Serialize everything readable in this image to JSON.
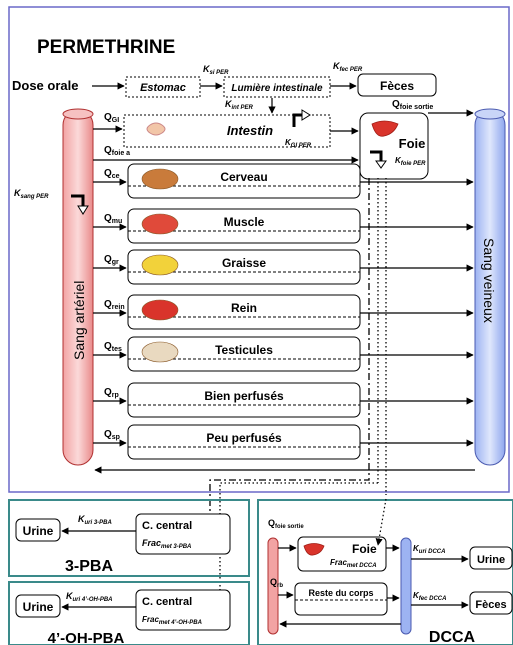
{
  "main": {
    "title": "PERMETHRINE",
    "dose": "Dose orale",
    "estomac": "Estomac",
    "lumiere": "Lumière intestinale",
    "feces": "Fèces",
    "k_si": "K",
    "k_si_sub": "si PER",
    "k_fec": "K",
    "k_fec_sub": "fec PER",
    "k_int": "K",
    "k_int_sub": "int PER",
    "k_gi": "K",
    "k_gi_sub": "GI PER",
    "k_foie": "K",
    "k_foie_sub": "foie PER",
    "k_sang": "K",
    "k_sang_sub": "sang PER",
    "q_foie_sortie": "Q",
    "q_foie_sortie_sub": "foie sortie",
    "q_foie_a": "Q",
    "q_foie_a_sub": "foie a",
    "intestin": "Intestin",
    "foie": "Foie",
    "sang_arteriel": "Sang artériel",
    "sang_veineux": "Sang veineux"
  },
  "organs": [
    {
      "q": "Q",
      "q_sub": "ce",
      "label": "Cerveau"
    },
    {
      "q": "Q",
      "q_sub": "mu",
      "label": "Muscle"
    },
    {
      "q": "Q",
      "q_sub": "gr",
      "label": "Graisse"
    },
    {
      "q": "Q",
      "q_sub": "rein",
      "label": "Rein"
    },
    {
      "q": "Q",
      "q_sub": "tes",
      "label": "Testicules"
    },
    {
      "q": "Q",
      "q_sub": "rp",
      "label": "Bien perfusés"
    },
    {
      "q": "Q",
      "q_sub": "sp",
      "label": "Peu perfusés"
    }
  ],
  "q_gi": {
    "q": "Q",
    "q_sub": "GI"
  },
  "pba": {
    "name": "3-PBA",
    "urine": "Urine",
    "k": "K",
    "k_sub": "uri 3-PBA",
    "central": "C. central",
    "frac": "Frac",
    "frac_sub": "met 3-PBA"
  },
  "ohpba": {
    "name": "4’-OH-PBA",
    "urine": "Urine",
    "k": "K",
    "k_sub": "uri 4’-OH-PBA",
    "central": "C. central",
    "frac": "Frac",
    "frac_sub": "met 4’-OH-PBA"
  },
  "dcca": {
    "name": "DCCA",
    "q_foie": "Q",
    "q_foie_sub": "foie sortie",
    "q_rb": "Q",
    "q_rb_sub": "rb",
    "foie": "Foie",
    "frac": "Frac",
    "frac_sub": "met DCCA",
    "k_uri": "K",
    "k_uri_sub": "uri DCCA",
    "urine": "Urine",
    "reste": "Reste du corps",
    "k_fec": "K",
    "k_fec_sub": "fec DCCA",
    "feces": "Fèces"
  }
}
